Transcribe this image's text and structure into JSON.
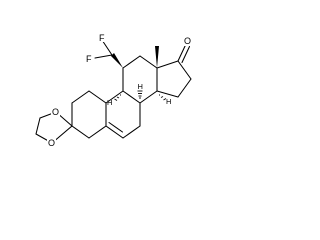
{
  "structure": {
    "atoms": {
      "fluorine_1": "F",
      "fluorine_2": "F",
      "ketone_oxygen": "O",
      "ketal_oxygen_1": "O",
      "ketal_oxygen_2": "O",
      "h_8": "H",
      "h_9": "H",
      "h_14": "H"
    }
  }
}
